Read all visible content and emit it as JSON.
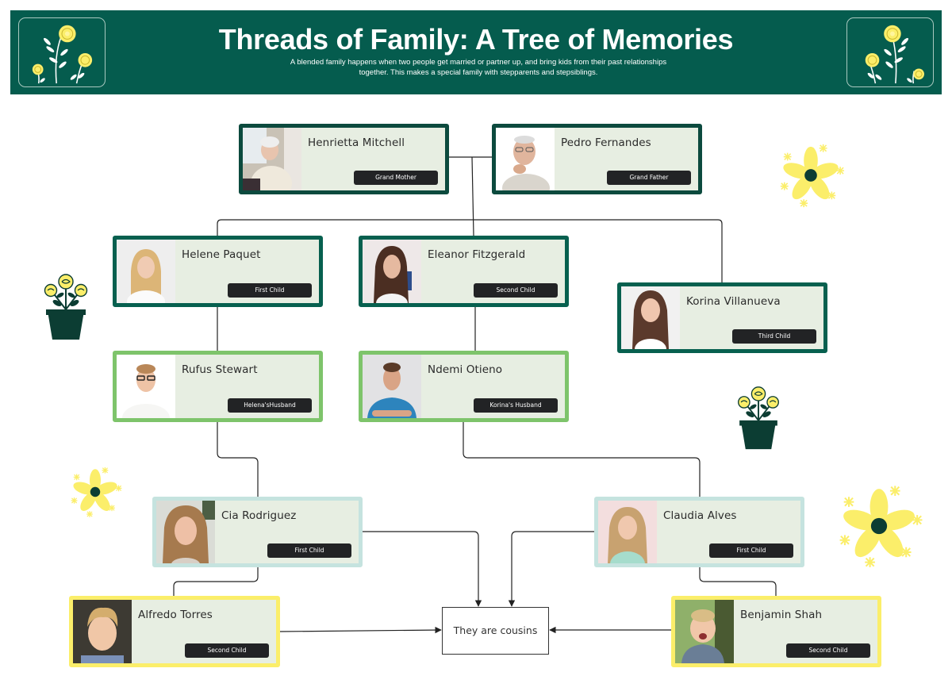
{
  "header": {
    "title": "Threads of Family: A Tree of Memories",
    "subtitle_line1": "A blended family happens when two people get married or partner up, and bring kids from their past relationships",
    "subtitle_line2": "together. This makes a special family with stepparents and stepsiblings.",
    "left_badge_icon": "flower-sprig-icon",
    "right_badge_icon": "flower-sprig-icon"
  },
  "colors": {
    "header_bg": "#055c4e",
    "card_bg": "#e7eee2",
    "grandparent_border": "#0c4a3e",
    "child_border": "#07604f",
    "spouse_border": "#7ec46b",
    "grandchild_first_border": "#c5e3df",
    "grandchild_second_border": "#fbee6a",
    "role_badge_bg": "#222325",
    "flower_yellow": "#fbee6a",
    "flower_center": "#0c3d33"
  },
  "tree": {
    "grandparents": [
      {
        "name": "Henrietta Mitchell",
        "role": "Grand Mother"
      },
      {
        "name": "Pedro Fernandes",
        "role": "Grand Father"
      }
    ],
    "children": [
      {
        "name": "Helene Paquet",
        "role": "First Child"
      },
      {
        "name": "Eleanor Fitzgerald",
        "role": "Second Child"
      },
      {
        "name": "Korina Villanueva",
        "role": "Third Child"
      }
    ],
    "spouses": [
      {
        "name": "Rufus Stewart",
        "role": "Helena'sHusband"
      },
      {
        "name": "Ndemi Otieno",
        "role": "Korina's Husband"
      }
    ],
    "grandchildren": [
      {
        "name": "Cia Rodriguez",
        "role": "First Child"
      },
      {
        "name": "Claudia Alves",
        "role": "First Child"
      },
      {
        "name": "Alfredo Torres",
        "role": "Second Child"
      },
      {
        "name": "Benjamin Shah",
        "role": "Second Child"
      }
    ]
  },
  "relation_box": {
    "label": "They are cousins"
  },
  "decorations": [
    "daisy-flower-icon",
    "potted-roses-icon",
    "potted-roses-icon",
    "daisy-flower-icon",
    "daisy-flower-icon"
  ]
}
